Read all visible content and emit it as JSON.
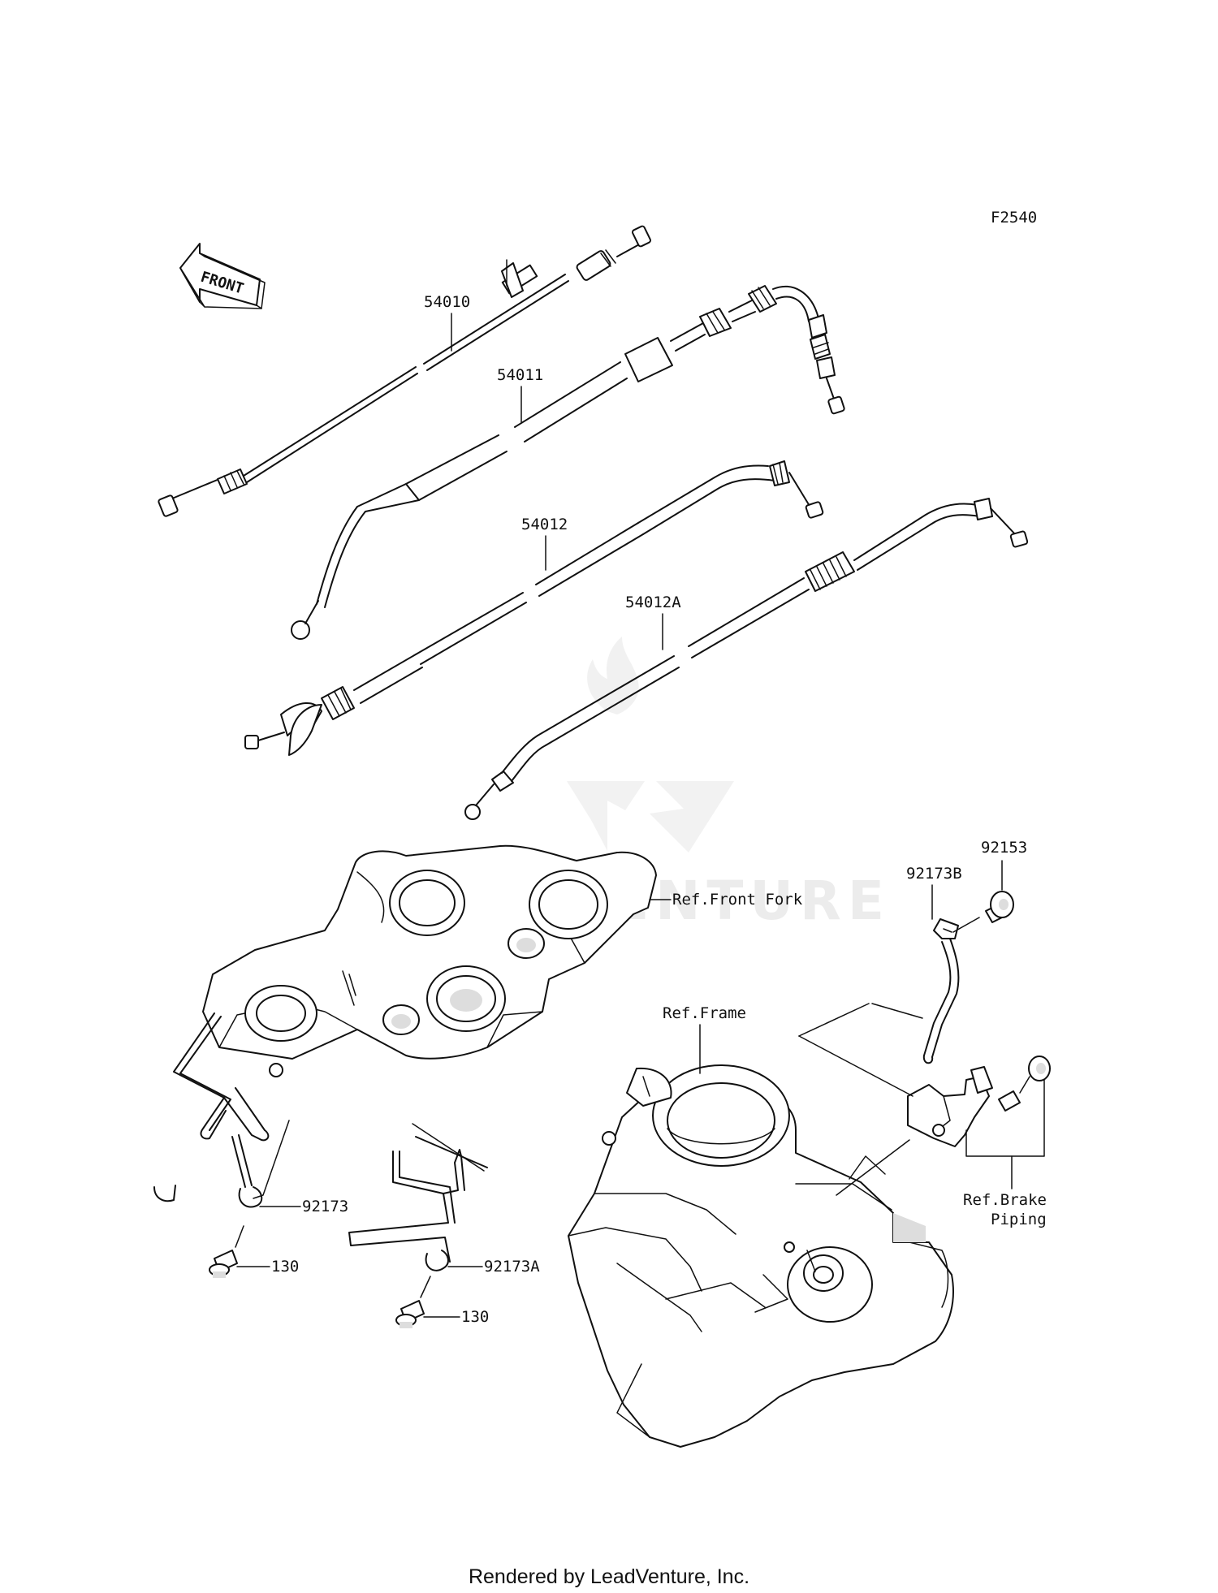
{
  "diagram": {
    "code": "F2540",
    "direction_arrow_label": "FRONT",
    "callouts": {
      "p54010": "54010",
      "p54011": "54011",
      "p54012": "54012",
      "p54012A": "54012A",
      "p92153": "92153",
      "p92173B": "92173B",
      "p92173": "92173",
      "p92173A": "92173A",
      "p130a": "130",
      "p130b": "130"
    },
    "references": {
      "front_fork": "Ref.Front Fork",
      "frame": "Ref.Frame",
      "brake_piping_line1": "Ref.Brake",
      "brake_piping_line2": "Piping"
    },
    "watermark": "LEADVENTURE"
  },
  "footer": {
    "credit": "Rendered by LeadVenture, Inc."
  }
}
